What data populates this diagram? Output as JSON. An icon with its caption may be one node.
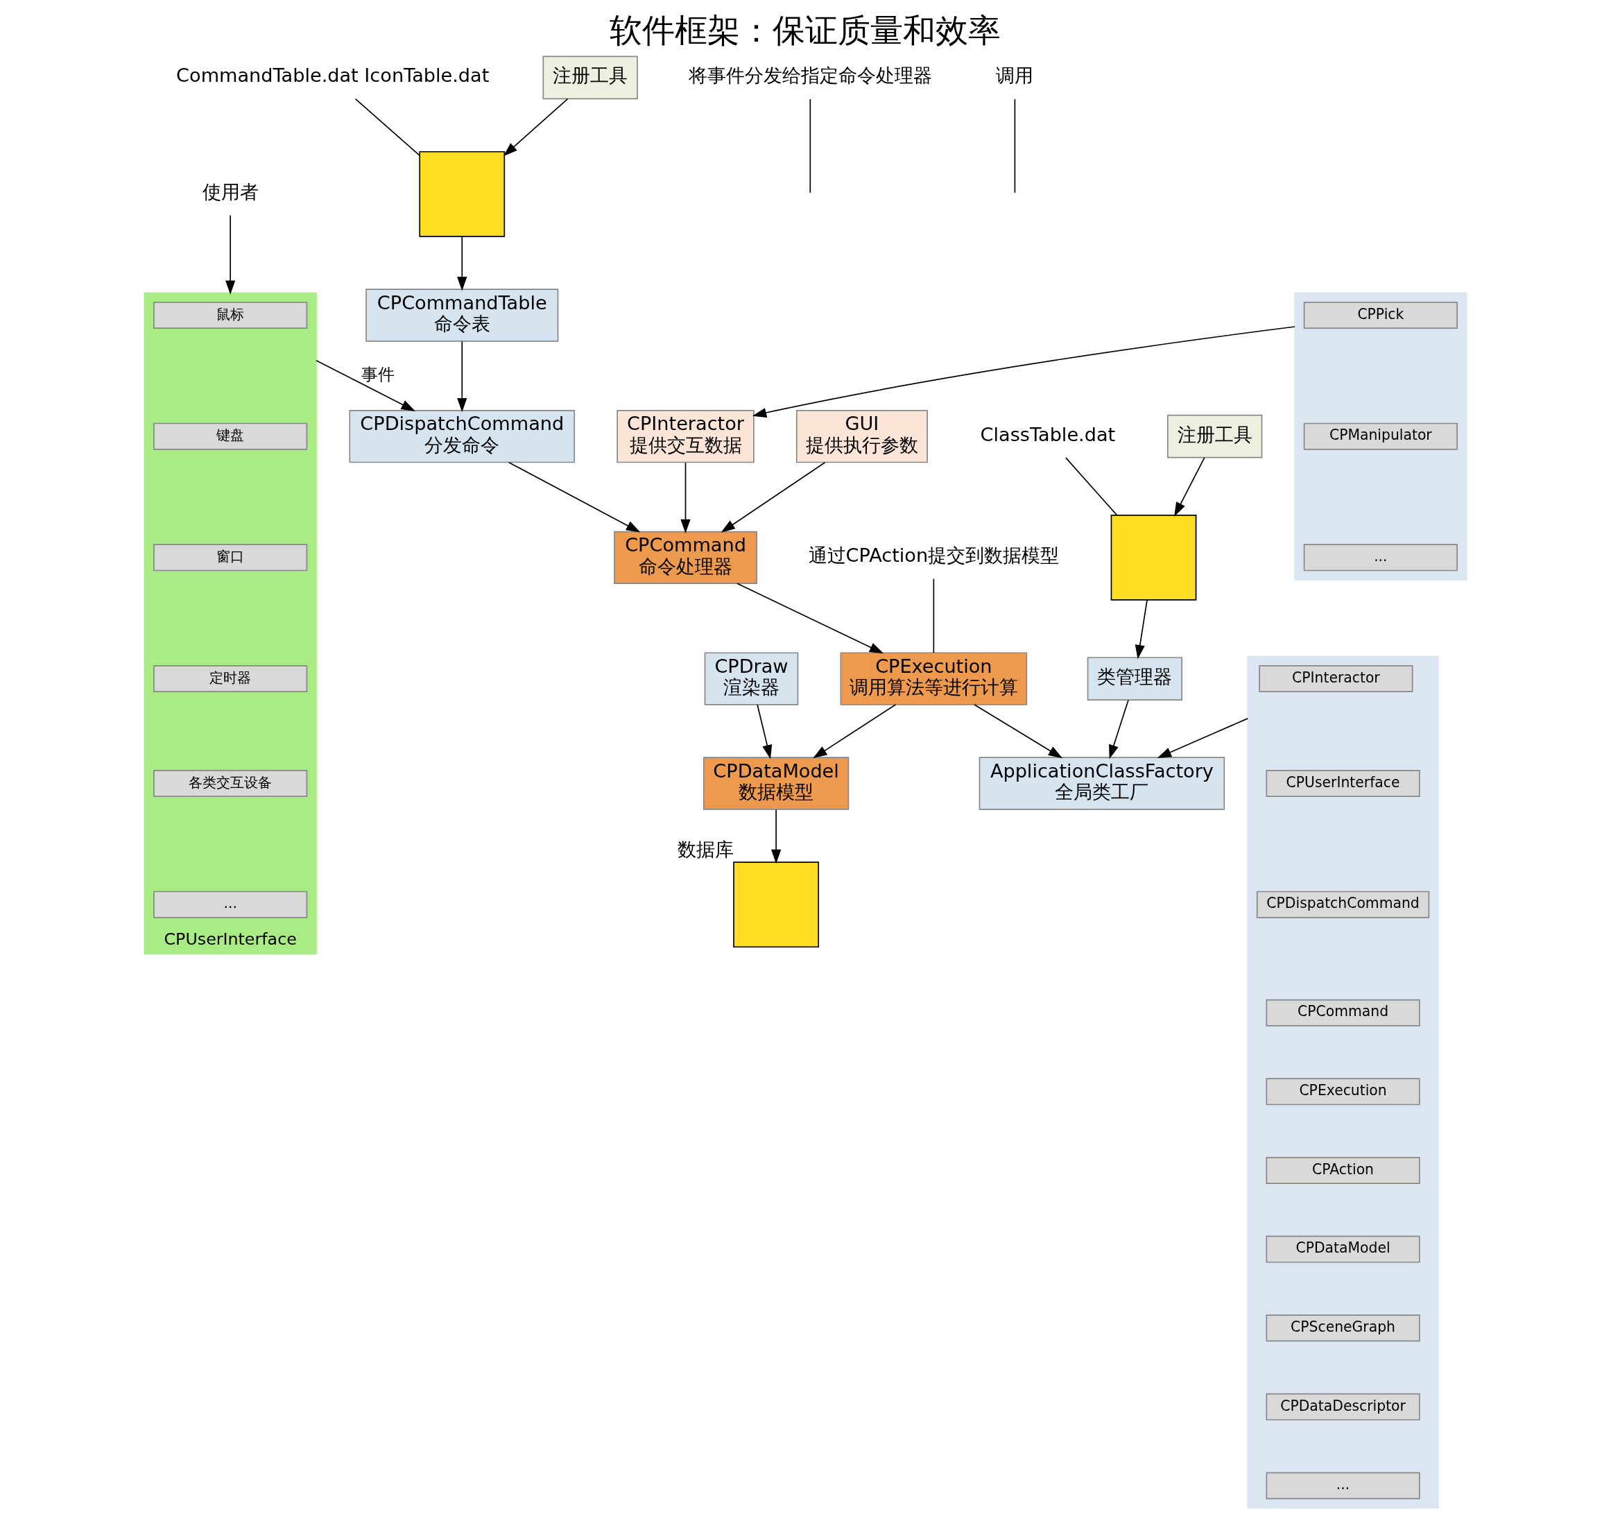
{
  "diagram": {
    "title": "软件框架：保证质量和效率",
    "nodes": [
      {
        "text": [
          "CommandTable.dat IconTable.dat"
        ]
      },
      {
        "text": [
          "注册工具"
        ]
      },
      {
        "text": [],
        "shape": "box"
      },
      {
        "text": [
          "使用者"
        ]
      },
      {
        "text": [
          "CPUserInterface"
        ]
      },
      {
        "text": [
          "鼠标"
        ],
        "in": 4
      },
      {
        "text": [
          "键盘"
        ],
        "in": 4
      },
      {
        "text": [
          "窗口"
        ],
        "in": 4
      },
      {
        "text": [
          "定时器"
        ],
        "in": 4
      },
      {
        "text": [
          "各类交互设备"
        ],
        "in": 4
      },
      {
        "text": [
          "..."
        ],
        "in": 4
      },
      {
        "text": [
          "CPCommandTable",
          "命令表"
        ]
      },
      {
        "text": [
          "CPDispatchCommand",
          "分发命令"
        ]
      },
      {
        "text": [
          "将事件分发给指定命令处理器"
        ]
      },
      {
        "text": [
          "CPCommand",
          "命令处理器"
        ]
      },
      {
        "text": [
          "调用"
        ]
      },
      {
        "text": [
          "CPExecution",
          "调用算法等进行计算"
        ]
      },
      {
        "text": [
          "通过CPAction提交到数据模型"
        ]
      },
      {
        "text": [
          "CPDataModel",
          "数据模型"
        ]
      },
      {
        "text": [
          "CPDraw",
          "渲染器"
        ]
      },
      {
        "text": [],
        "shape": "box",
        "beside": [
          "数据库"
        ]
      },
      {
        "text": [
          "CPInteractor",
          "提供交互数据"
        ]
      },
      {
        "text": [
          "GUI",
          "提供执行参数"
        ]
      },
      {
        "text": [],
        "shape": "box"
      },
      {
        "text": [
          "CPPick"
        ],
        "in": 23
      },
      {
        "text": [
          "CPManipulator"
        ],
        "in": 23
      },
      {
        "text": [
          "..."
        ],
        "in": 23
      },
      {
        "text": [
          "ApplicationClassFactory",
          "全局类工厂"
        ]
      },
      {
        "text": [],
        "shape": "box"
      },
      {
        "text": [
          "CPInteractor"
        ],
        "in": 28
      },
      {
        "text": [
          "CPUserInterface"
        ],
        "in": 28
      },
      {
        "text": [
          "CPDispatchCommand"
        ],
        "in": 28
      },
      {
        "text": [
          "CPCommand"
        ],
        "in": 28
      },
      {
        "text": [
          "CPExecution"
        ],
        "in": 28
      },
      {
        "text": [
          "CPAction"
        ],
        "in": 28
      },
      {
        "text": [
          "CPDataModel"
        ],
        "in": 28
      },
      {
        "text": [
          "CPSceneGraph"
        ],
        "in": 28
      },
      {
        "text": [
          "CPDataDescriptor"
        ],
        "in": 28
      },
      {
        "text": [
          "..."
        ],
        "in": 28
      },
      {
        "text": [
          "类管理器"
        ]
      },
      {
        "text": [],
        "shape": "box"
      },
      {
        "text": [
          "ClassTable.dat"
        ]
      },
      {
        "text": [
          "注册工具"
        ]
      }
    ],
    "edges": [
      {
        "from": 0,
        "to": 2,
        "arrow": "none"
      },
      {
        "from": 1,
        "to": 2,
        "arrow": "to"
      },
      {
        "from": 2,
        "to": 11,
        "arrow": "to"
      },
      {
        "from": 3,
        "to": 4,
        "arrow": "to"
      },
      {
        "from": 4,
        "to": 12,
        "arrow": "to",
        "label": "事件"
      },
      {
        "from": 11,
        "to": 12,
        "arrow": "to"
      },
      {
        "from": 12,
        "to": 14,
        "arrow": "to"
      },
      {
        "from": 13,
        "to": null,
        "arrow": "none"
      },
      {
        "from": 14,
        "to": 16,
        "arrow": "to"
      },
      {
        "from": 15,
        "to": null,
        "arrow": "none"
      },
      {
        "from": 17,
        "to": 16,
        "arrow": "none"
      },
      {
        "from": 16,
        "to": 18,
        "arrow": "to"
      },
      {
        "from": 19,
        "to": 18,
        "arrow": "to"
      },
      {
        "from": 18,
        "to": 20,
        "arrow": "to"
      },
      {
        "from": 21,
        "to": 14,
        "arrow": "to"
      },
      {
        "from": 22,
        "to": 14,
        "arrow": "to"
      },
      {
        "from": 23,
        "to": 21,
        "arrow": "to"
      },
      {
        "from": 16,
        "to": 27,
        "arrow": "to"
      },
      {
        "from": 28,
        "to": 27,
        "arrow": "to"
      },
      {
        "from": 39,
        "to": 27,
        "arrow": "to"
      },
      {
        "from": 40,
        "to": 39,
        "arrow": "to"
      },
      {
        "from": 41,
        "to": 40,
        "arrow": "none"
      },
      {
        "from": 42,
        "to": 40,
        "arrow": "to"
      }
    ]
  }
}
